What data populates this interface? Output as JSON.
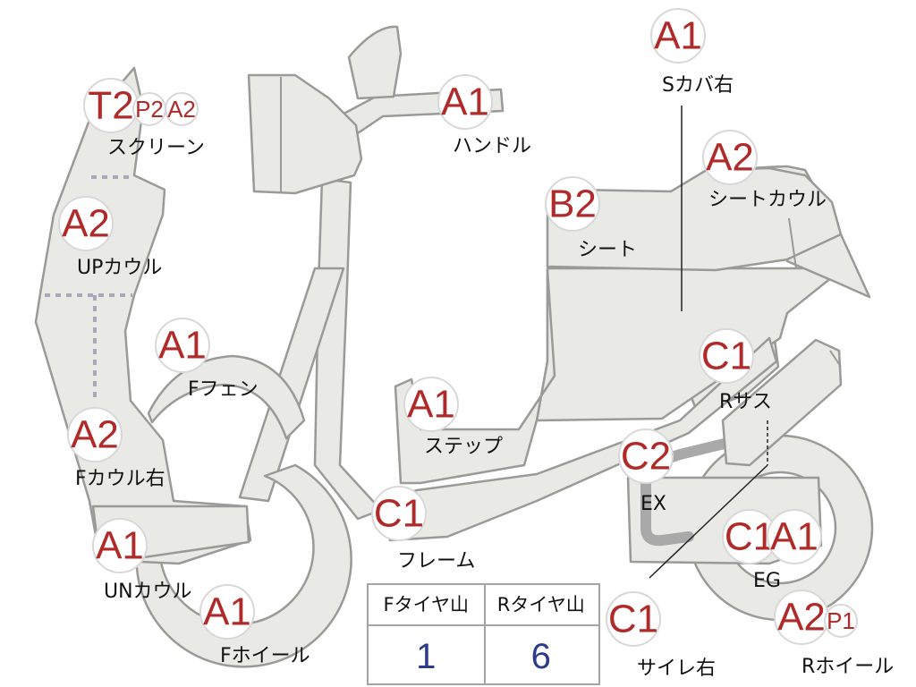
{
  "colors": {
    "part_fill": "#e9e9e6",
    "outline": "#9a9a96",
    "grade": "#b02a2a",
    "tire_value": "#2a3a8c"
  },
  "parts": {
    "screen": {
      "grades": [
        "T2",
        "P2",
        "A2"
      ],
      "label": "スクリーン"
    },
    "handle": {
      "grades": [
        "A1"
      ],
      "label": "ハンドル"
    },
    "side_cover_right": {
      "grades": [
        "A1"
      ],
      "label": "Sカバ右"
    },
    "seat_cowl": {
      "grades": [
        "A2"
      ],
      "label": "シートカウル"
    },
    "seat": {
      "grades": [
        "B2"
      ],
      "label": "シート"
    },
    "upper_cowl": {
      "grades": [
        "A2"
      ],
      "label": "UPカウル"
    },
    "front_fender": {
      "grades": [
        "A1"
      ],
      "label": "Fフェン"
    },
    "step": {
      "grades": [
        "A1"
      ],
      "label": "ステップ"
    },
    "rear_suspension": {
      "grades": [
        "C1"
      ],
      "label": "Rサス"
    },
    "front_cowl_right": {
      "grades": [
        "A2"
      ],
      "label": "Fカウル右"
    },
    "exhaust": {
      "grades": [
        "C2"
      ],
      "label": "EX"
    },
    "frame": {
      "grades": [
        "C1"
      ],
      "label": "フレーム"
    },
    "engine": {
      "grades": [
        "C1",
        "A1"
      ],
      "label": "EG"
    },
    "under_cowl": {
      "grades": [
        "A1"
      ],
      "label": "UNカウル"
    },
    "front_wheel": {
      "grades": [
        "A1"
      ],
      "label": "Fホイール"
    },
    "muffler_right": {
      "grades": [
        "C1"
      ],
      "label": "サイレ右"
    },
    "rear_wheel": {
      "grades": [
        "A2",
        "P1"
      ],
      "label": "Rホイール"
    }
  },
  "tire_tread": {
    "headers": [
      "Fタイヤ山",
      "Rタイヤ山"
    ],
    "values": [
      "1",
      "6"
    ]
  }
}
